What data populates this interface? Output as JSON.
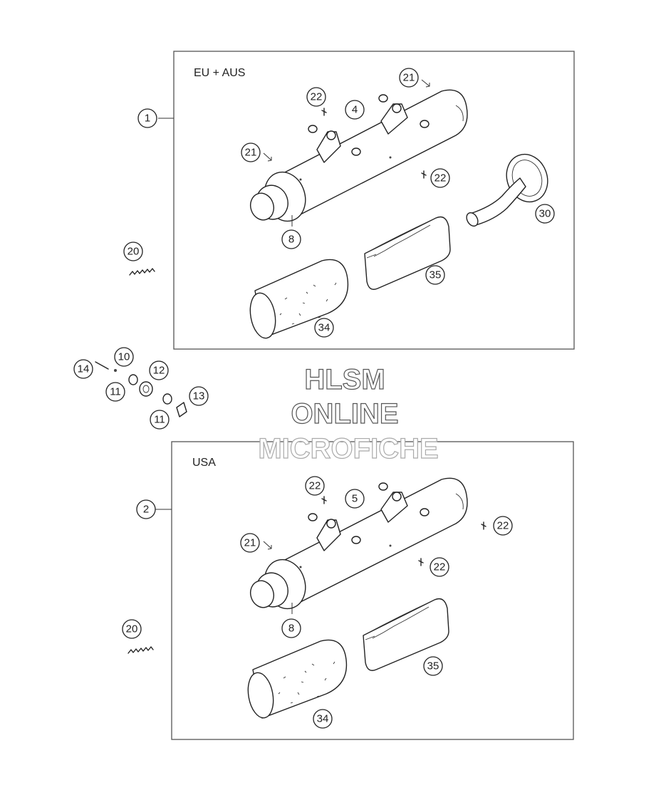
{
  "regions": {
    "top": {
      "label": "EU + AUS"
    },
    "bottom": {
      "label": "USA"
    }
  },
  "callouts": {
    "c1": "1",
    "c2": "2",
    "c4": "4",
    "c5": "5",
    "c8a": "8",
    "c8b": "8",
    "c10": "10",
    "c11a": "11",
    "c11b": "11",
    "c12": "12",
    "c13": "13",
    "c14": "14",
    "c20a": "20",
    "c20b": "20",
    "c21a": "21",
    "c21b": "21",
    "c21c": "21",
    "c22a": "22",
    "c22b": "22",
    "c22c": "22",
    "c22d": "22",
    "c22e": "22",
    "c30": "30",
    "c34a": "34",
    "c34b": "34",
    "c35a": "35",
    "c35b": "35"
  },
  "watermark": {
    "line1": "HLSM",
    "line2": "ONLINE",
    "line3": "MICROFICHE"
  }
}
